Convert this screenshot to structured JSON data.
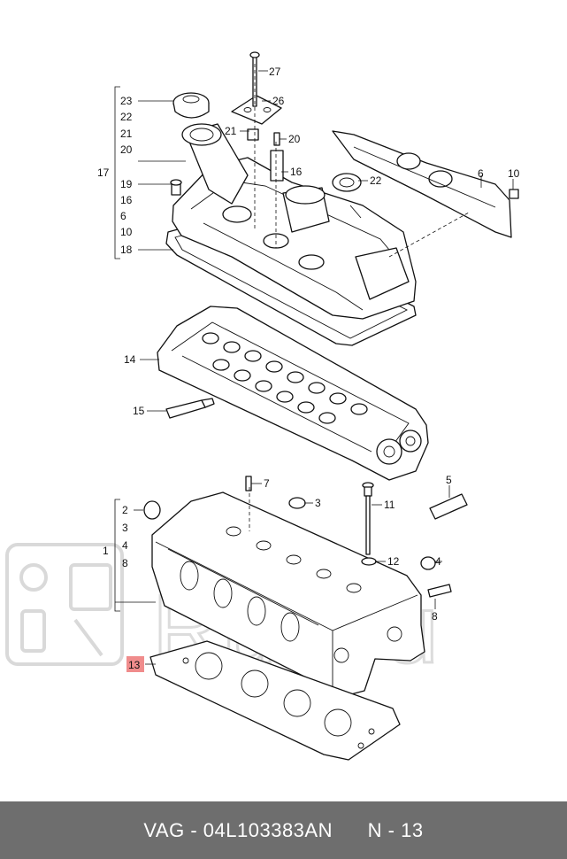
{
  "callouts": {
    "c27": "27",
    "c26": "26",
    "c23": "23",
    "c22a": "22",
    "c21a": "21",
    "c20a": "20",
    "c21b": "21",
    "c20b": "20",
    "c17": "17",
    "c16a": "16",
    "c19": "19",
    "c16b": "16",
    "c6a": "6",
    "c10a": "10",
    "c18": "18",
    "c22b": "22",
    "c6b": "6",
    "c10b": "10",
    "c14": "14",
    "c15": "15",
    "c7": "7",
    "c5": "5",
    "c2a": "2",
    "c3a": "3",
    "c1": "1",
    "c4a": "4",
    "c8a": "8",
    "c3b": "3",
    "c11": "11",
    "c12": "12",
    "c4b": "4",
    "c8b": "8",
    "c13": "13"
  },
  "colors": {
    "highlight": "#f08c8c",
    "footer_bg": "#6e6e6e",
    "watermark": "#d9d9d9"
  },
  "watermark": {
    "text": "Rus.ru"
  },
  "footer": {
    "brand": "VAG",
    "sep": "-",
    "part_number": "04L103383AN",
    "ref": "N - 13"
  }
}
